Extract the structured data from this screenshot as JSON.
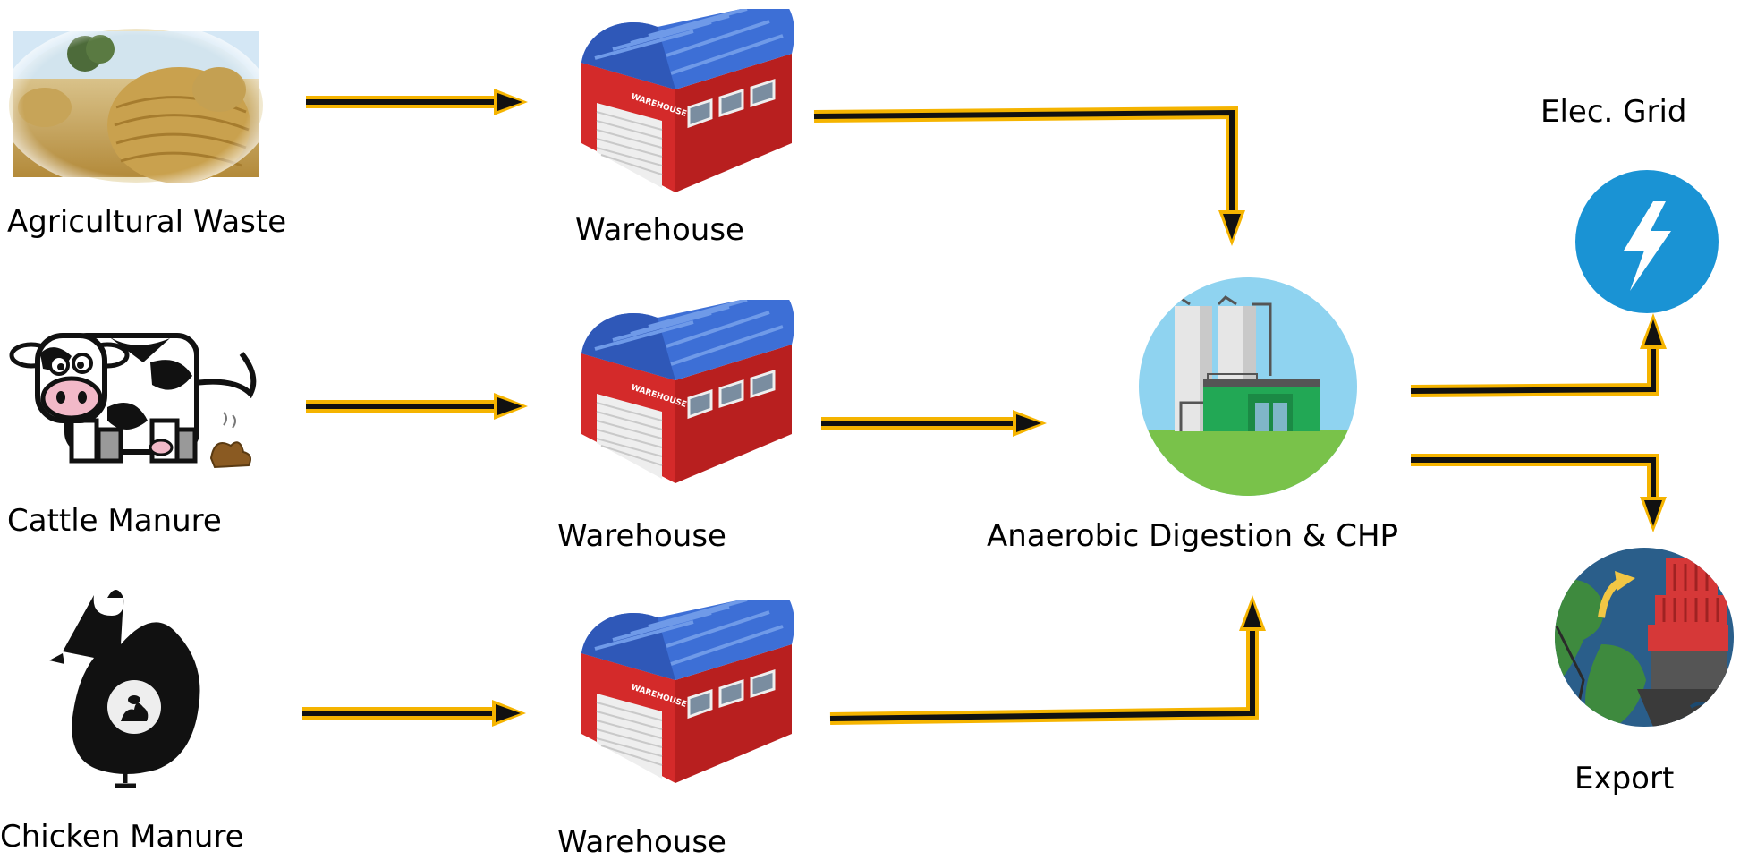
{
  "labels": {
    "agricultural_waste": "Agricultural Waste",
    "cattle_manure": "Cattle Manure",
    "chicken_manure": "Chicken Manure",
    "warehouse_1": "Warehouse",
    "warehouse_2": "Warehouse",
    "warehouse_3": "Warehouse",
    "warehouse_sign": "WAREHOUSE",
    "digester": "Anaerobic Digestion & CHP",
    "grid": "Elec. Grid",
    "export": "Export"
  },
  "colors": {
    "arrow_glow": "#f5b400",
    "arrow_core": "#111111",
    "warehouse_roof": "#3d6fd6",
    "warehouse_wall": "#d42a2a",
    "grid_circle": "#1a93d4",
    "digester_sky": "#8fd3f0",
    "digester_ground": "#79c24a",
    "export_ocean": "#2a5e8a",
    "export_land": "#3e8a3e",
    "ship_red": "#d63838"
  },
  "icons": [
    "hay-bale-icon",
    "cow-icon",
    "chicken-icon",
    "warehouse-icon",
    "biogas-plant-icon",
    "lightning-icon",
    "ship-globe-icon"
  ]
}
